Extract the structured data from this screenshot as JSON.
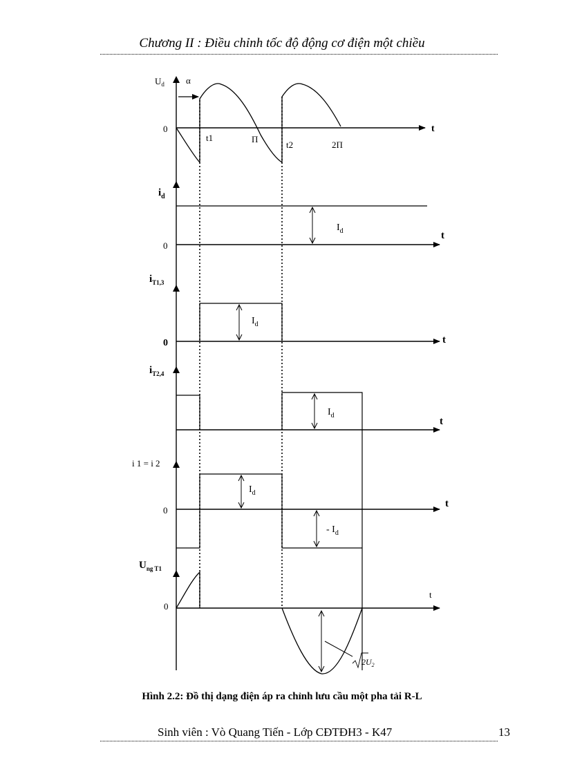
{
  "header": {
    "title": "Chương II : Điều chỉnh tốc độ động cơ điện một chiều"
  },
  "figure": {
    "caption": "Hình 2.2: Đồ thị dạng điện áp ra chỉnh lưu cầu một pha tải R-L",
    "ud": {
      "ylabel_main": "U",
      "ylabel_sub": "d",
      "alpha": "α",
      "zero": "0",
      "t_axis": "t",
      "ticks": [
        "t1",
        "Π",
        "t2",
        "2Π"
      ]
    },
    "id": {
      "ylabel_main": "i",
      "ylabel_sub": "d",
      "zero": "0",
      "t_axis": "t",
      "level_main": "I",
      "level_sub": "d"
    },
    "it13": {
      "ylabel_main": "i",
      "ylabel_sub": "T1,3",
      "zero": "0",
      "t_axis": "t",
      "level_main": "I",
      "level_sub": "d"
    },
    "it24": {
      "ylabel_main": "i",
      "ylabel_sub": "T2,4",
      "t_axis": "t",
      "level_main": "I",
      "level_sub": "d"
    },
    "i12": {
      "ylabel": "i 1 = i 2",
      "zero": "0",
      "t_axis": "t",
      "level_main": "I",
      "level_sub": "d",
      "neg_main": "- I",
      "neg_sub": "d"
    },
    "ungt1": {
      "ylabel_main": "U",
      "ylabel_sub": "ng T1",
      "zero": "0",
      "t_axis": "t",
      "amp_main": "2U",
      "amp_sub": "2"
    }
  },
  "footer": {
    "text": "Sinh viên : Vò Quang Tiến - Lớp CĐTĐH3 - K47",
    "page": "13"
  }
}
